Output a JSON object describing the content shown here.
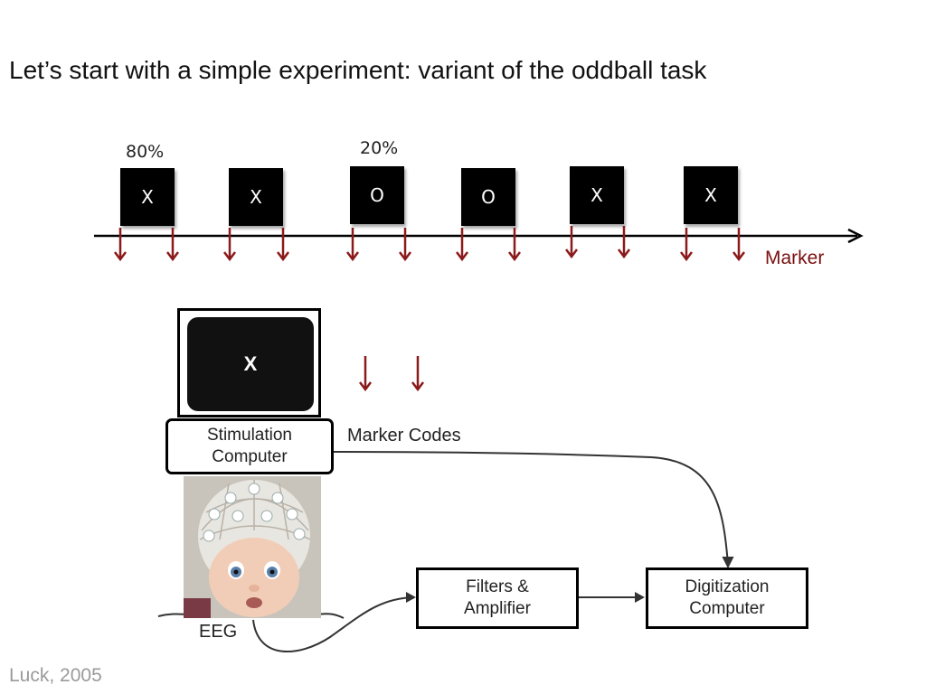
{
  "title": "Let’s start with a simple experiment: variant of the oddball task",
  "timeline": {
    "pct_frequent": "80%",
    "pct_rare": "20%",
    "stimuli": [
      "X",
      "X",
      "O",
      "O",
      "X",
      "X"
    ],
    "marker_label": "Marker"
  },
  "setup": {
    "screen_letter": "X",
    "stim_computer_line1": "Stimulation",
    "stim_computer_line2": "Computer",
    "marker_codes": "Marker Codes",
    "filters_line1": "Filters &",
    "filters_line2": "Amplifier",
    "digit_line1": "Digitization",
    "digit_line2": "Computer",
    "eeg": "EEG"
  },
  "credit": "Luck, 2005",
  "colors": {
    "marker_arrow": "#8b1a1a",
    "marker_text": "#7a1010"
  }
}
